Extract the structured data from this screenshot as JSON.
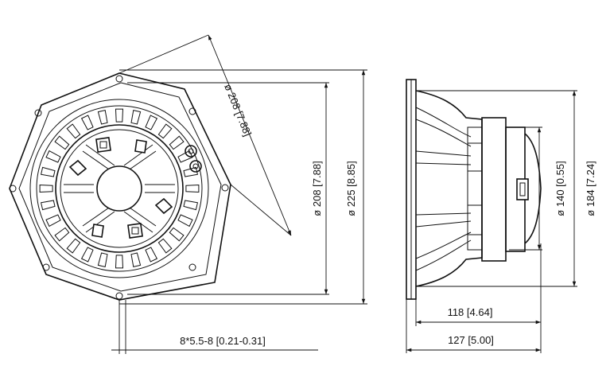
{
  "drawing": {
    "front_view": {
      "dim_diag_208": "ø 208 [7.88]",
      "dim_vert_208": "ø 208 [7.88]",
      "dim_vert_225": "ø 225 [8.85]",
      "dim_holes": "8*5.5-8 [0.21-0.31]"
    },
    "side_view": {
      "dim_140": "ø 140 [0.55]",
      "dim_184": "ø 184 [7.24]",
      "dim_118": "118 [4.64]",
      "dim_127": "127 [5.00]"
    }
  }
}
